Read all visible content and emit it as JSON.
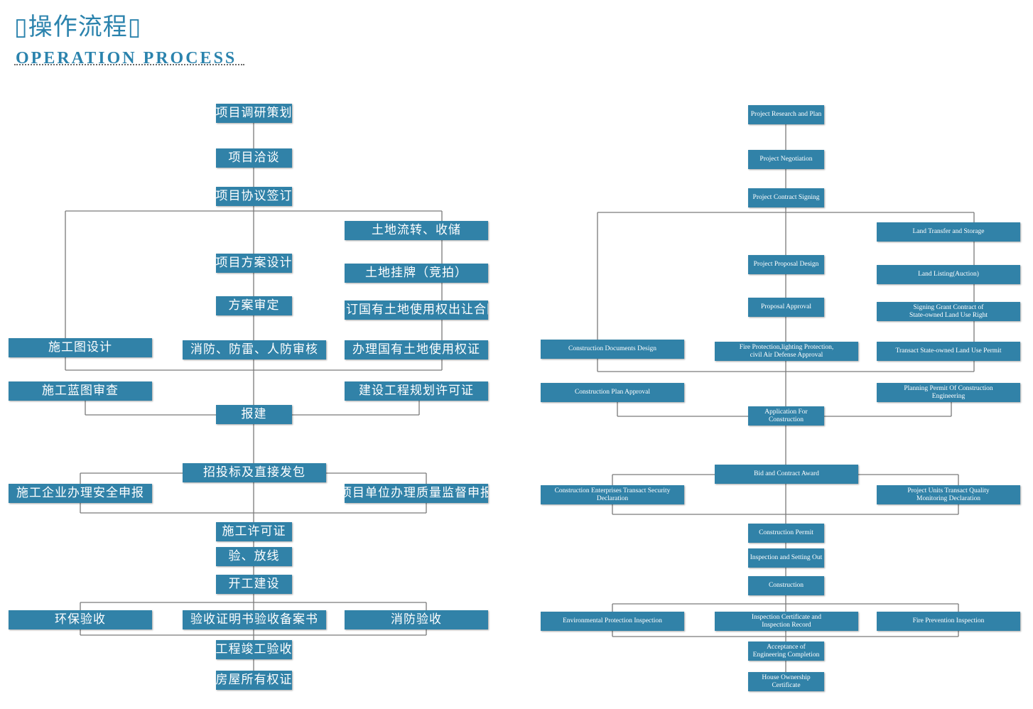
{
  "header": {
    "title_cn": "▯操作流程▯",
    "title_en": "OPERATION PROCESS"
  },
  "colors": {
    "box": "#3182a8",
    "line": "#7a7a7a",
    "accent": "#2b83ad"
  },
  "flow_cn": {
    "research": "项目调研策划",
    "negotiation": "项目洽谈",
    "signing": "项目协议签订",
    "land_transfer": "土地流转、收储",
    "proposal_design": "项目方案设计",
    "land_listing": "土地挂牌（竞拍）",
    "proposal_approval": "方案审定",
    "grant_contract": "签订国有土地使用权出让合同",
    "construction_drawing_design": "施工图设计",
    "fire_air_defense": "消防、防雷、人防审核",
    "land_use_permit": "办理国有土地使用权证",
    "blueprint_review": "施工蓝图审查",
    "planning_permit": "建设工程规划许可证",
    "application": "报建",
    "bidding": "招投标及直接发包",
    "safety_declaration": "施工企业办理安全申报",
    "quality_declaration": "项目单位办理质量监督申报",
    "construction_permit": "施工许可证",
    "setting_out": "验、放线",
    "construction": "开工建设",
    "env_inspection": "环保验收",
    "certificate_record": "验收证明书验收备案书",
    "fire_inspection": "消防验收",
    "completion_acceptance": "工程竣工验收",
    "ownership_certificate": "房屋所有权证"
  },
  "flow_en": {
    "research": "Project Research and Plan",
    "negotiation": "Project Negotiation",
    "signing": "Project Contract Signing",
    "land_transfer": "Land Transfer and Storage",
    "proposal_design": "Project Proposal Design",
    "land_listing": "Land Listing(Auction)",
    "proposal_approval": "Proposal Approval",
    "grant_contract": "Signing Grant Contract of\nState-owned Land Use Right",
    "construction_drawing_design": "Construction Documents Design",
    "fire_air_defense": "Fire Protection,lighting Protection,\ncivil Air Defense Approval",
    "land_use_permit": "Transact State-owned Land Use Permit",
    "blueprint_review": "Construction Plan Approval",
    "planning_permit": "Planning Permit Of Construction\nEngineering",
    "application": "Application For\nConstruction",
    "bidding": "Bid and Contract Award",
    "safety_declaration": "Construction Enterprises Transact Security\nDeclaration",
    "quality_declaration": "Project Units Transact Quality\nMonitoring Declaration",
    "construction_permit": "Construction Permit",
    "setting_out": "Inspection and Setting Out",
    "construction": "Construction",
    "env_inspection": "Environmental Protection Inspection",
    "certificate_record": "Inspection Certificate and\nInspection Record",
    "fire_inspection": "Fire Prevention Inspection",
    "completion_acceptance": "Acceptance of\nEngineering Completion",
    "ownership_certificate": "House Ownership\nCertificate"
  }
}
